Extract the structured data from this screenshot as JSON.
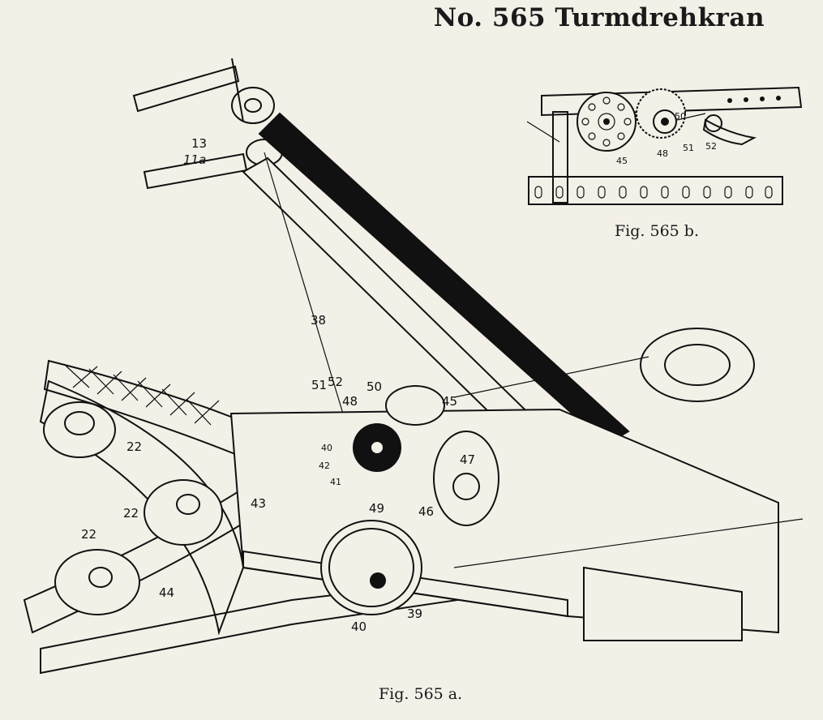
{
  "title": "No. 565 Turmdrehkran",
  "captions": {
    "fig_a": "Fig.  565 a.",
    "fig_b": "Fig.  565 b."
  },
  "fig_a_labels": {
    "l13": "13",
    "l11a": "11a",
    "l38": "38",
    "l51": "51",
    "l52": "52",
    "l50": "50",
    "l48": "48",
    "l45": "45",
    "l40a": "40",
    "l42": "42",
    "l41": "41",
    "l43": "43",
    "l49": "49",
    "l46": "46",
    "l47": "47",
    "l22a": "22",
    "l22b": "22",
    "l22c": "22",
    "l44": "44",
    "l40b": "40",
    "l39": "39"
  },
  "fig_b_labels": {
    "l45": "45",
    "l48": "48",
    "l50": "50",
    "l51": "51",
    "l52": "52"
  }
}
